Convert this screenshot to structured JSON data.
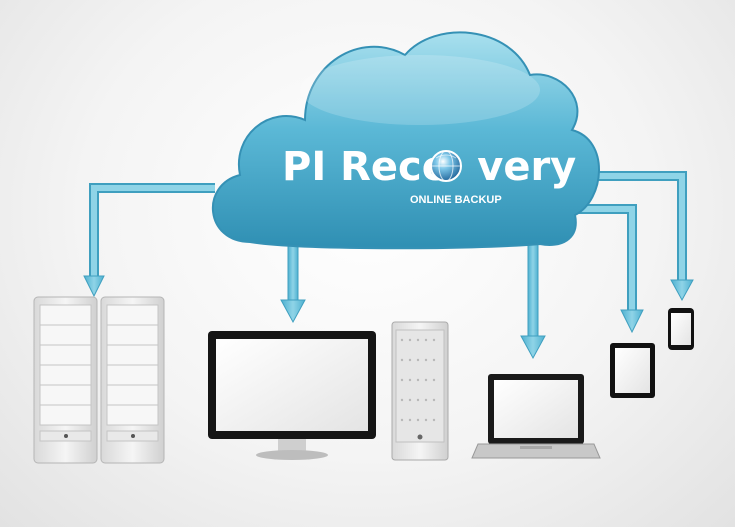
{
  "brand": {
    "title_part1": "PI Reco",
    "title_part2": "very",
    "subtitle": "ONLINE BACKUP",
    "globe_icon": "globe-icon"
  },
  "colors": {
    "cloud_light": "#8fd3e6",
    "cloud_dark": "#3a9fc0",
    "arrow": "#6cc4dc",
    "arrow_edge": "#3f9fbf",
    "text": "#ffffff"
  },
  "devices": [
    {
      "name": "server-rack-left"
    },
    {
      "name": "server-rack-right"
    },
    {
      "name": "desktop-monitor"
    },
    {
      "name": "tower-computer"
    },
    {
      "name": "laptop"
    },
    {
      "name": "tablet"
    },
    {
      "name": "smartphone"
    }
  ]
}
